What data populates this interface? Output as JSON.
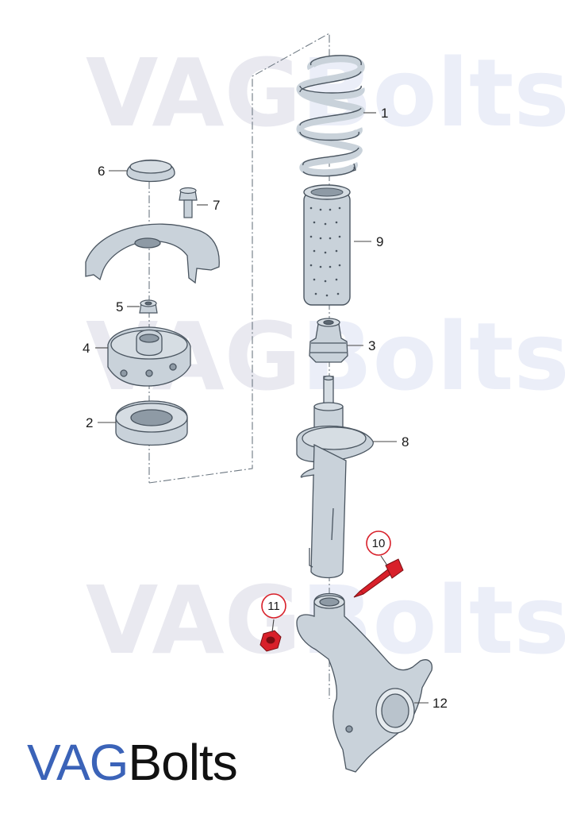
{
  "watermark_text": [
    "VAG",
    "Bolts"
  ],
  "brand": {
    "part1": "VAG",
    "part2": "Bolts"
  },
  "colors": {
    "part_fill": "#c9d2da",
    "part_stroke": "#4a5560",
    "highlight": "#d8202a",
    "brand_blue": "#3b63b8",
    "brand_dark": "#111111",
    "leader": "#444444"
  },
  "parts": [
    {
      "number": "1",
      "item": "coil spring"
    },
    {
      "number": "2",
      "item": "strut bearing"
    },
    {
      "number": "3",
      "item": "bump stop"
    },
    {
      "number": "4",
      "item": "strut mount"
    },
    {
      "number": "5",
      "item": "nut"
    },
    {
      "number": "6",
      "item": "cap"
    },
    {
      "number": "7",
      "item": "bolt"
    },
    {
      "number": "8",
      "item": "shock absorber"
    },
    {
      "number": "9",
      "item": "protective sleeve"
    },
    {
      "number": "10",
      "item": "bolt",
      "highlighted": true
    },
    {
      "number": "11",
      "item": "nut",
      "highlighted": true
    },
    {
      "number": "12",
      "item": "wheel bearing housing"
    }
  ]
}
